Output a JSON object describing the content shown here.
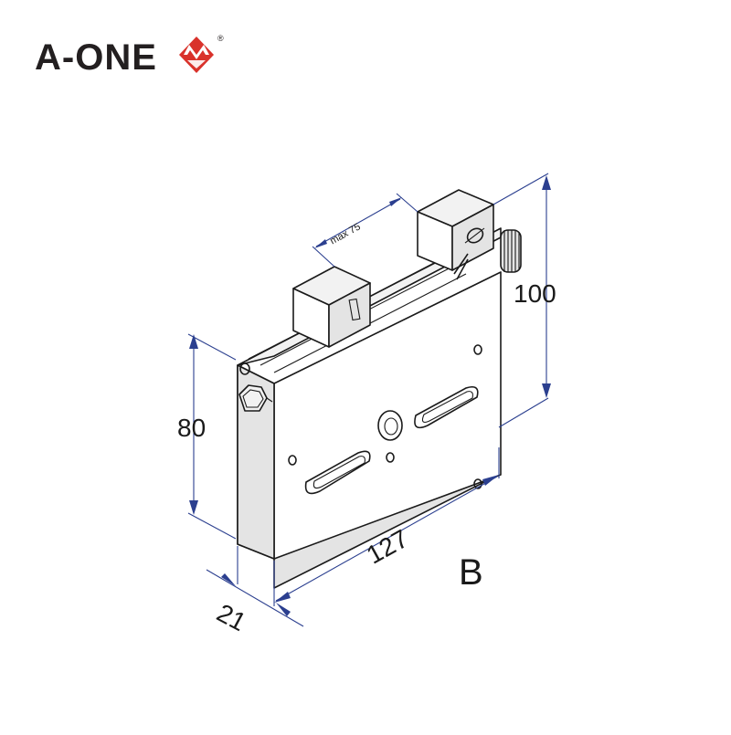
{
  "brand": {
    "name": "A-ONE",
    "registered_mark": "®",
    "logo_color": "#d9322b",
    "logo_icon": "a-one-m-logo-icon"
  },
  "drawing": {
    "label": "B",
    "dimensions": {
      "height_right": "100",
      "height_left": "80",
      "length": "127",
      "thickness": "21",
      "jaw_opening": "max 75"
    },
    "dimension_line_color": "#2b3f8f"
  }
}
